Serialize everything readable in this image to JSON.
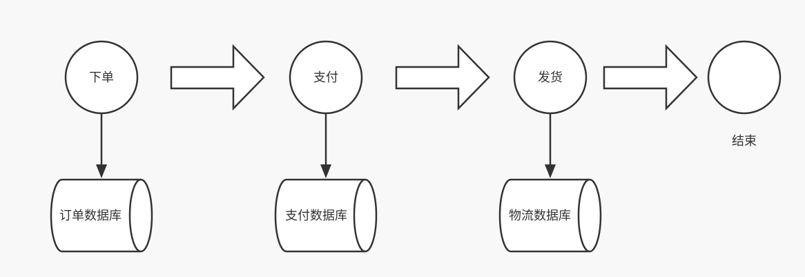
{
  "diagram": {
    "steps": [
      {
        "label": "下单"
      },
      {
        "label": "支付"
      },
      {
        "label": "发货"
      },
      {
        "label": ""
      }
    ],
    "end_label": "结束",
    "databases": [
      {
        "label": "订单数据库"
      },
      {
        "label": "支付数据库"
      },
      {
        "label": "物流数据库"
      }
    ],
    "colors": {
      "background": "#f8f8f8",
      "stroke": "#333333",
      "fill": "#ffffff",
      "text": "#333333"
    }
  }
}
